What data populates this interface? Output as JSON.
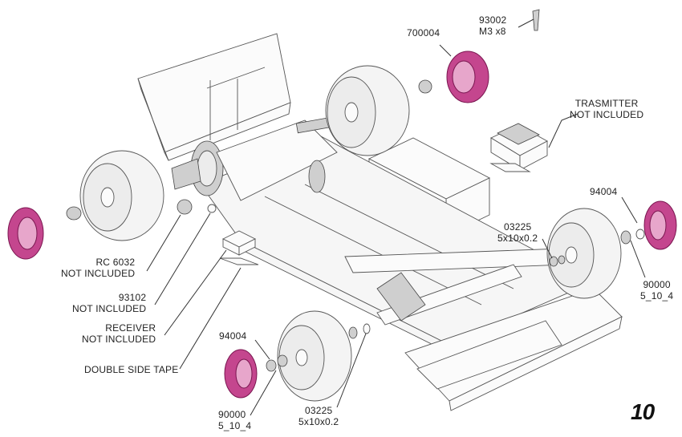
{
  "labels": {
    "part_700004": "700004",
    "part_93002_code": "93002",
    "part_93002_size": "M3 x8",
    "transmitter_line1": "TRASMITTER",
    "transmitter_line2": "NOT INCLUDED",
    "part_94004_right": "94004",
    "part_03225_right_code": "03225",
    "part_03225_right_size": "5x10x0.2",
    "part_90000_right_code": "90000",
    "part_90000_right_size": "5_10_4",
    "rc6032_line1": "RC 6032",
    "rc6032_line2": "NOT INCLUDED",
    "part_93102_line1": "93102",
    "part_93102_line2": "NOT INCLUDED",
    "receiver_line1": "RECEIVER",
    "receiver_line2": "NOT INCLUDED",
    "double_side_tape": "DOUBLE SIDE TAPE",
    "part_94004_left": "94004",
    "part_90000_left_code": "90000",
    "part_90000_left_size": "5_10_4",
    "part_03225_left_code": "03225",
    "part_03225_left_size": "5x10x0.2"
  },
  "step_number": "10",
  "colors": {
    "highlight_part": "#c4468e",
    "line_art": "#555555",
    "text": "#222222"
  }
}
